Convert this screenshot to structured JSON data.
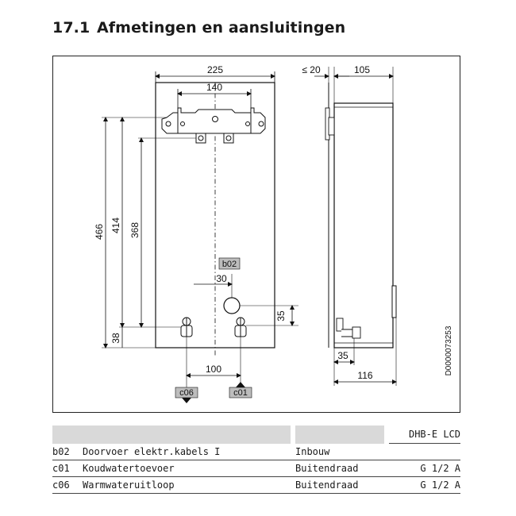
{
  "heading": {
    "number": "17.1",
    "title": "Afmetingen en aansluitingen"
  },
  "drawing": {
    "dimensions": {
      "width_total": "225",
      "bracket_width": "140",
      "height_total": "466",
      "height_bracket": "414",
      "height_inner": "368",
      "bottom_offset": "38",
      "cable_offset_x": "30",
      "cable_offset_y": "35",
      "connection_spacing": "100",
      "wall_gap": "≤ 20",
      "side_depth": "105",
      "side_pipe_offset": "35",
      "side_depth_bottom": "116"
    },
    "codes": {
      "b02": "b02",
      "c01": "c01",
      "c06": "c06"
    },
    "drawing_id": "D0000073253"
  },
  "table": {
    "model_header": "DHB-E LCD",
    "rows": [
      {
        "code": "b02",
        "description": "Doorvoer elektr.kabels I",
        "type": "Inbouw",
        "value": ""
      },
      {
        "code": "c01",
        "description": "Koudwatertoevoer",
        "type": "Buitendraad",
        "value": "G 1/2 A"
      },
      {
        "code": "c06",
        "description": "Warmwateruitloop",
        "type": "Buitendraad",
        "value": "G 1/2 A"
      }
    ]
  }
}
